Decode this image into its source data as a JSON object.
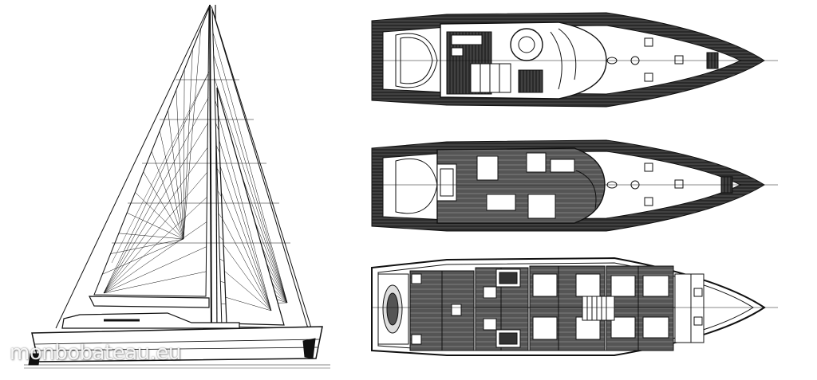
{
  "watermark": {
    "text": "monbobateau.eu"
  },
  "views": [
    {
      "id": "sail-plan",
      "kind": "side-elevation"
    },
    {
      "id": "upper-deck",
      "kind": "deck-plan"
    },
    {
      "id": "main-deck",
      "kind": "deck-plan"
    },
    {
      "id": "lower-deck",
      "kind": "accommodation-plan"
    }
  ],
  "colors": {
    "line": "#111111",
    "hull_fill": "#1a1a1a",
    "deck_fill": "#ffffff",
    "teak": "#333333"
  }
}
